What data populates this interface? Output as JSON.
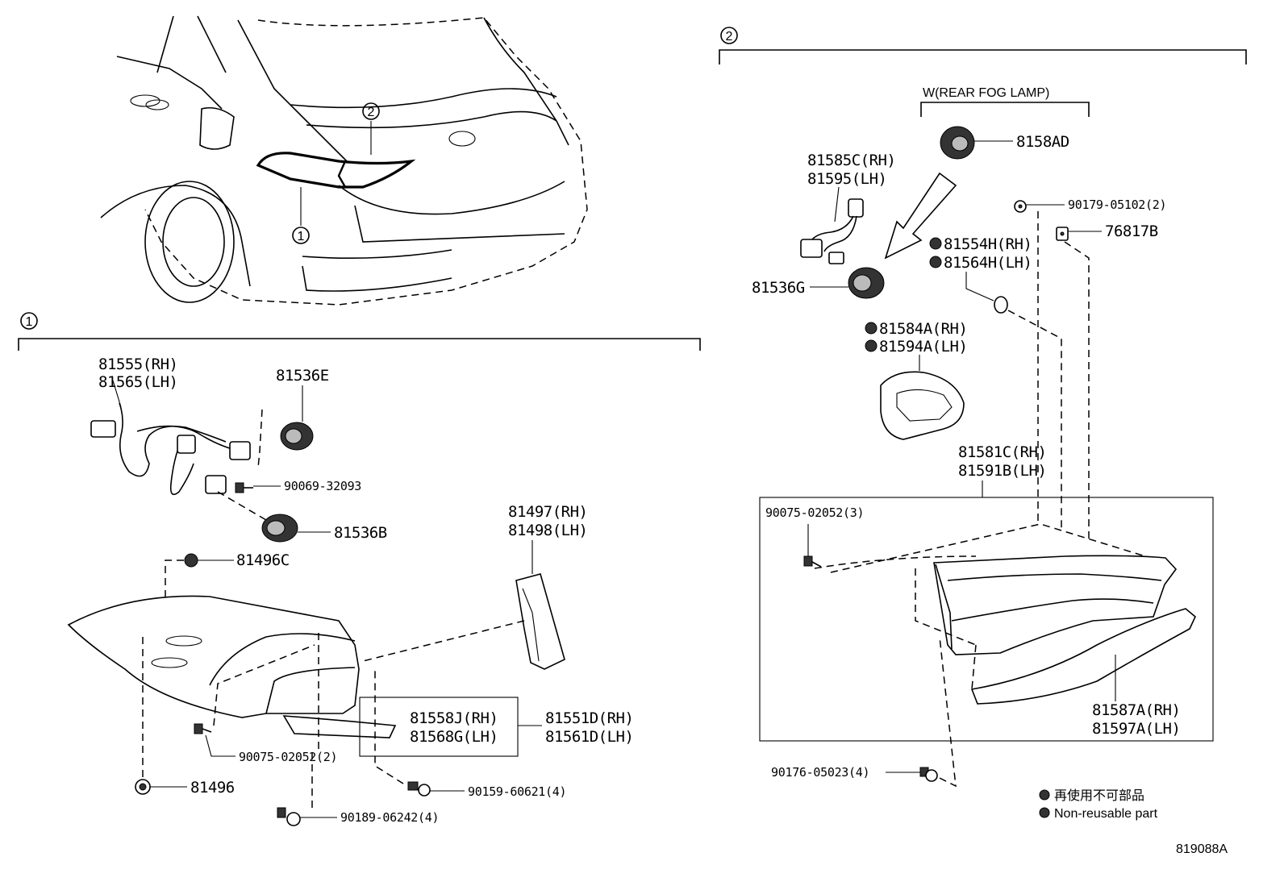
{
  "callouts": {
    "c1": "1",
    "c2": "2"
  },
  "section1": {
    "harness_rh": "81555(RH)",
    "harness_lh": "81565(LH)",
    "socket_e": "81536E",
    "screw_90069": "90069-32093",
    "socket_b": "81536B",
    "nut_81496c": "81496C",
    "cover_rh": "81497(RH)",
    "cover_lh": "81498(LH)",
    "lens_rh": "81558J(RH)",
    "lens_lh": "81568G(LH)",
    "assy_rh": "81551D(RH)",
    "assy_lh": "81561D(LH)",
    "screw_90075": "90075-02052(2)",
    "grommet_81496": "81496",
    "screw_90159": "90159-60621(4)",
    "nut_90189": "90189-06242(4)"
  },
  "section2": {
    "fog_header": "W(REAR FOG LAMP)",
    "bulb_8158ad": "8158AD",
    "harness_rh": "81585C(RH)",
    "harness_lh": "81595(LH)",
    "clip_90179": "90179-05102(2)",
    "clip_76817b": "76817B",
    "gasket_rh": "81554H(RH)",
    "gasket_lh": "81564H(LH)",
    "socket_g": "81536G",
    "seal_rh": "81584A(RH)",
    "seal_lh": "81594A(LH)",
    "lamp_rh": "81581C(RH)",
    "lamp_lh": "81591B(LH)",
    "screw_90075": "90075-02052(3)",
    "lens_rh": "81587A(RH)",
    "lens_lh": "81597A(LH)",
    "screw_90176": "90176-05023(4)"
  },
  "legend": {
    "jp": "再使用不可部品",
    "en": "Non-reusable part"
  },
  "diagram_id": "819088A"
}
